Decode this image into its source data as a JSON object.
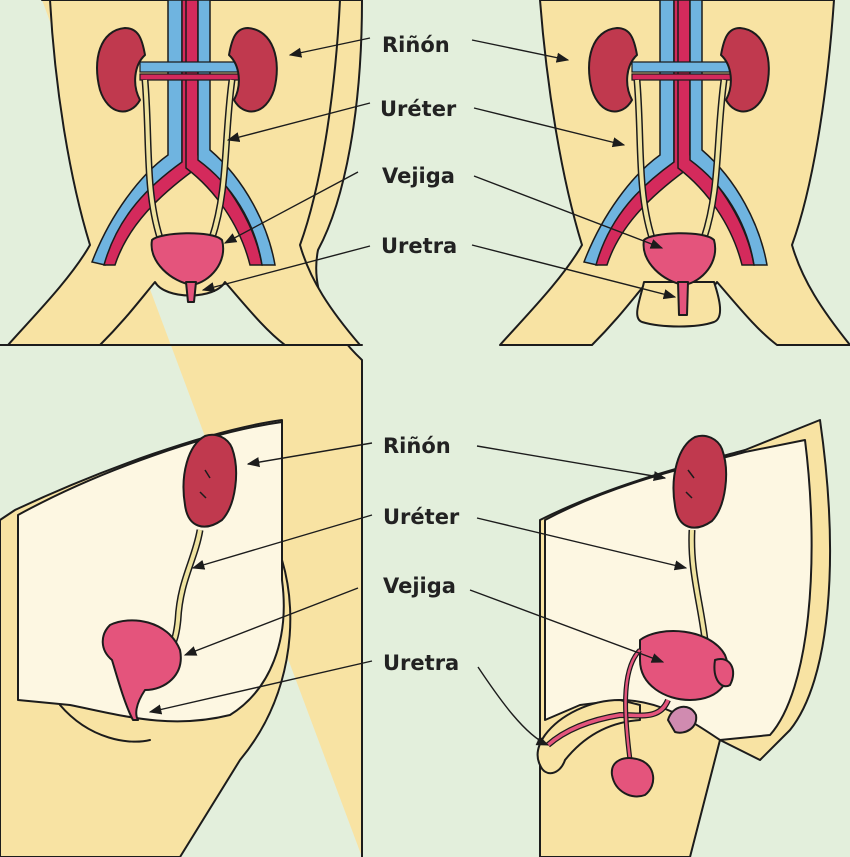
{
  "labels": {
    "top": {
      "rinon": "Riñón",
      "ureter": "Uréter",
      "vejiga": "Vejiga",
      "uretra": "Uretra"
    },
    "bottom": {
      "rinon": "Riñón",
      "ureter": "Uréter",
      "vejiga": "Vejiga",
      "uretra": "Uretra"
    }
  },
  "colors": {
    "background": "#e3efdc",
    "skin": "#f8e3a3",
    "body_side": "#fdf7e2",
    "kidney": "#c0394e",
    "bladder": "#e4547c",
    "artery": "#d42a5c",
    "vein": "#6fb4e0",
    "ureter": "#efe3a0"
  }
}
